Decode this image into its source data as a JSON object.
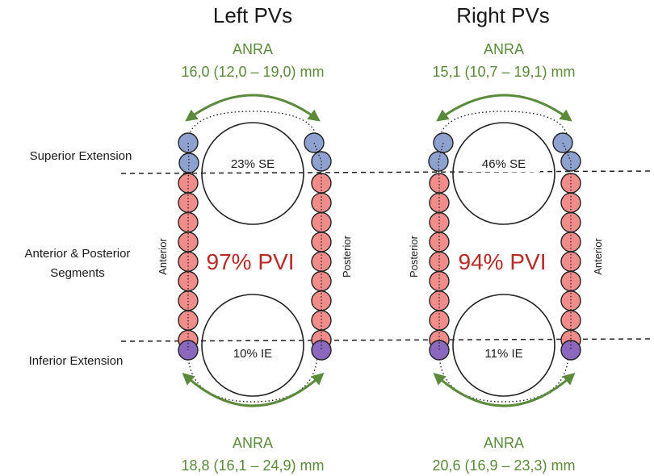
{
  "colors": {
    "green": "#5b8a3a",
    "red": "#b52b27",
    "text": "#1a1a1a",
    "lesion_red": "#f08d8b",
    "lesion_blue": "#8fa2cf",
    "lesion_purple": "#8b68be",
    "outline": "#222222"
  },
  "row_labels": {
    "superior": "Superior Extension",
    "segments_line1": "Anterior & Posterior",
    "segments_line2": "Segments",
    "inferior": "Inferior Extension"
  },
  "panels": [
    {
      "id": "left",
      "title": "Left PVs",
      "anra_top": {
        "label": "ANRA",
        "value": "16,0 (12,0 – 19,0) mm"
      },
      "anra_bottom": {
        "label": "ANRA",
        "value": "18,8 (16,1 – 24,9) mm"
      },
      "se_label": "23% SE",
      "ie_label": "10% IE",
      "pvi_label": "97% PVI",
      "left_side_label": "Anterior",
      "right_side_label": "Posterior"
    },
    {
      "id": "right",
      "title": "Right PVs",
      "anra_top": {
        "label": "ANRA",
        "value": "15,1 (10,7 – 19,1) mm"
      },
      "anra_bottom": {
        "label": "ANRA",
        "value": "20,6 (16,9 – 23,3) mm"
      },
      "se_label": "46% SE",
      "ie_label": "11% IE",
      "pvi_label": "94% PVI",
      "left_side_label": "Posterior",
      "right_side_label": "Anterior"
    }
  ]
}
